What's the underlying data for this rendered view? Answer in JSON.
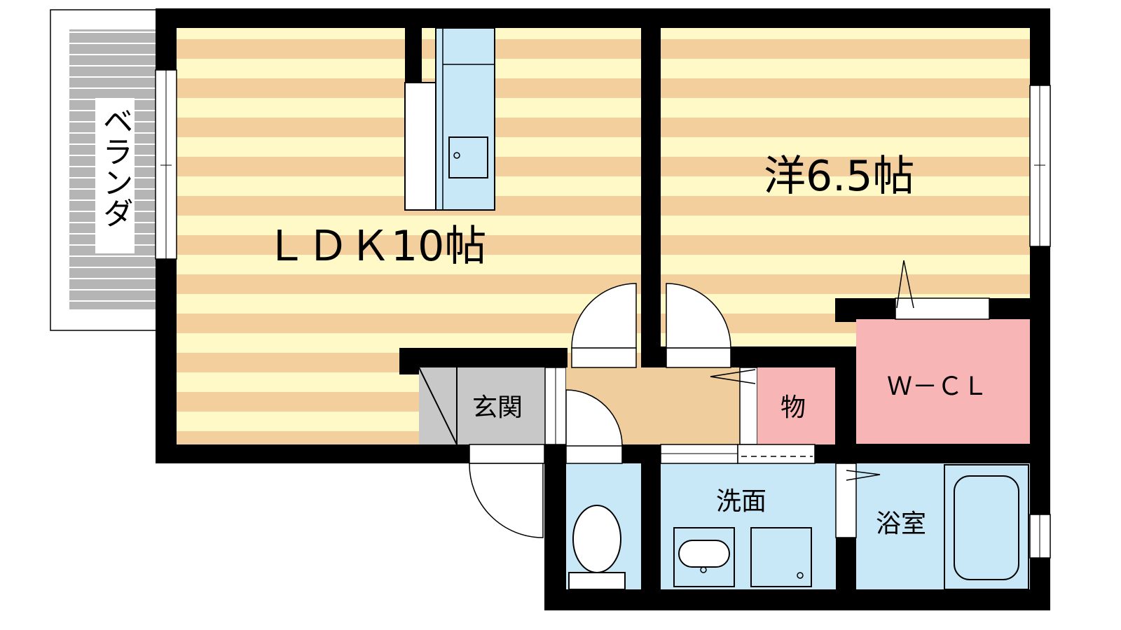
{
  "rooms": {
    "veranda": "ベランダ",
    "ldk": "ＬＤＫ10帖",
    "western": "洋6.5帖",
    "entrance": "玄関",
    "storage": "物",
    "wcl": "Ｗ－ＣＬ",
    "washroom": "洗面",
    "bathroom": "浴室"
  },
  "colors": {
    "wall": "#000000",
    "stripe_a": "#f2cf9c",
    "stripe_b": "#fff9c8",
    "wet_area": "#c8e8f8",
    "closet": "#f8b5b5",
    "hall": "#f0cd9c",
    "entrance": "#c8c8c8",
    "veranda": "#b5b5b5"
  }
}
